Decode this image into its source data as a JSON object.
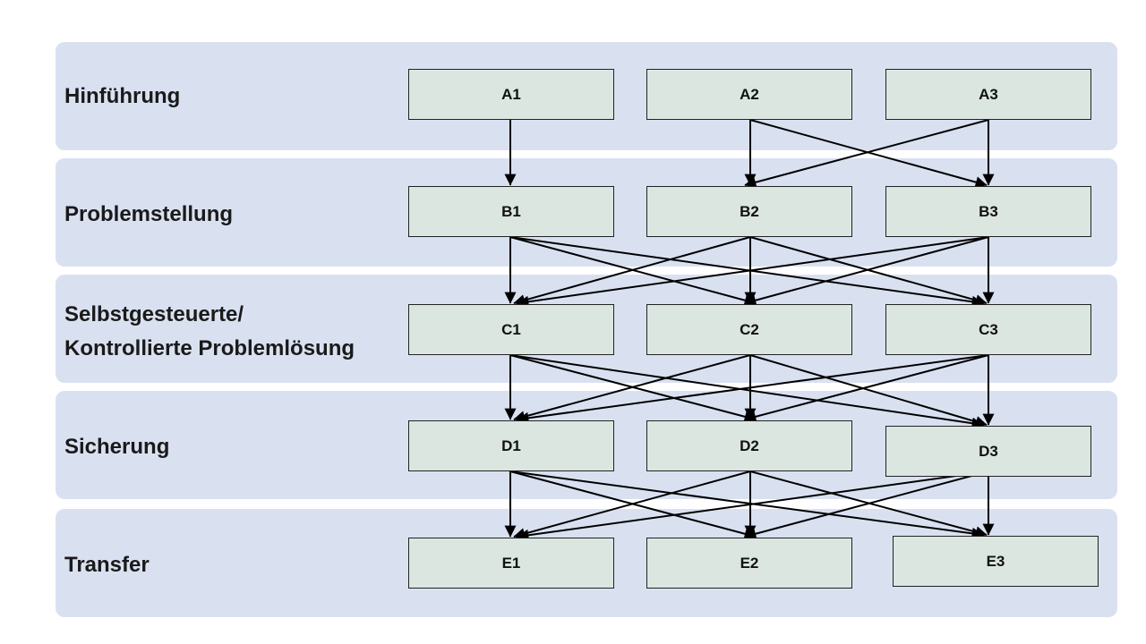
{
  "stages": [
    {
      "id": "hinfuehrung",
      "label": "Hinführung"
    },
    {
      "id": "problemstellung",
      "label": "Problemstellung"
    },
    {
      "id": "problemloesung",
      "label_line1": "Selbstgesteuerte/",
      "label_line2": "Kontrollierte Problemlösung"
    },
    {
      "id": "sicherung",
      "label": "Sicherung"
    },
    {
      "id": "transfer",
      "label": "Transfer"
    }
  ],
  "nodes": {
    "A1": "A1",
    "A2": "A2",
    "A3": "A3",
    "B1": "B1",
    "B2": "B2",
    "B3": "B3",
    "C1": "C1",
    "C2": "C2",
    "C3": "C3",
    "D1": "D1",
    "D2": "D2",
    "D3": "D3",
    "E1": "E1",
    "E2": "E2",
    "E3": "E3"
  },
  "edges": [
    [
      "A1",
      "B1"
    ],
    [
      "A2",
      "B2"
    ],
    [
      "A2",
      "B3"
    ],
    [
      "A3",
      "B2"
    ],
    [
      "A3",
      "B3"
    ],
    [
      "B1",
      "C1"
    ],
    [
      "B1",
      "C2"
    ],
    [
      "B1",
      "C3"
    ],
    [
      "B2",
      "C1"
    ],
    [
      "B2",
      "C2"
    ],
    [
      "B2",
      "C3"
    ],
    [
      "B3",
      "C1"
    ],
    [
      "B3",
      "C2"
    ],
    [
      "B3",
      "C3"
    ],
    [
      "C1",
      "D1"
    ],
    [
      "C1",
      "D2"
    ],
    [
      "C1",
      "D3"
    ],
    [
      "C2",
      "D1"
    ],
    [
      "C2",
      "D2"
    ],
    [
      "C2",
      "D3"
    ],
    [
      "C3",
      "D1"
    ],
    [
      "C3",
      "D2"
    ],
    [
      "C3",
      "D3"
    ],
    [
      "D1",
      "E1"
    ],
    [
      "D1",
      "E2"
    ],
    [
      "D1",
      "E3"
    ],
    [
      "D2",
      "E1"
    ],
    [
      "D2",
      "E2"
    ],
    [
      "D2",
      "E3"
    ],
    [
      "D3",
      "E1"
    ],
    [
      "D3",
      "E2"
    ],
    [
      "D3",
      "E3"
    ]
  ],
  "colors": {
    "band": "#d9e1f1",
    "node_fill": "#dbe6e1",
    "arrow": "#000000"
  }
}
